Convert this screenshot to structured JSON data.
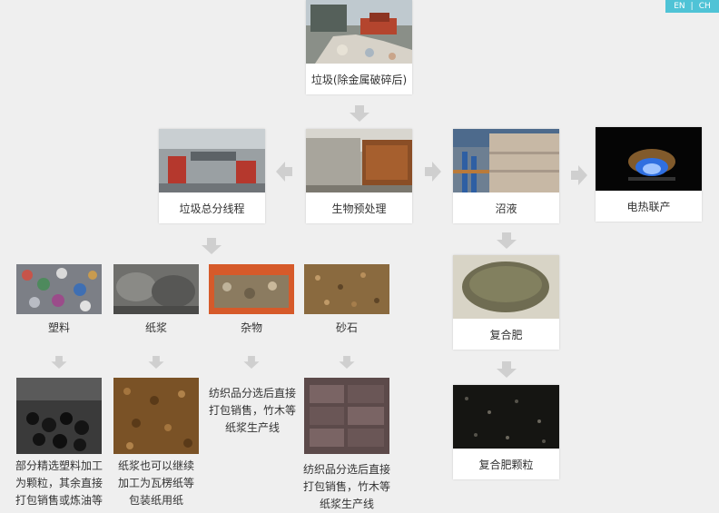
{
  "lang": {
    "en": "EN",
    "sep": "|",
    "ch": "CH"
  },
  "nodes": {
    "garbage": "垃圾(除金属破碎后)",
    "sorting": "垃圾总分线程",
    "bio": "生物预处理",
    "biogas": "沼液",
    "chp": "电热联产",
    "plastic": "塑料",
    "pulp": "纸浆",
    "sundries": "杂物",
    "gravel": "砂石",
    "fertilizer": "复合肥",
    "granules": "复合肥颗粒"
  },
  "notes": {
    "plastic_note": [
      "部分精选塑料加工",
      "为颗粒，其余直接",
      "打包销售或炼油等"
    ],
    "pulp_note": [
      "纸浆也可以继续",
      "加工为瓦楞纸等",
      "包装纸用纸"
    ],
    "sundries_note": [
      "纺织品分选后直接",
      "打包销售，竹木等",
      "纸浆生产线"
    ],
    "gravel_note": [
      "纺织品分选后直接",
      "打包销售，竹木等",
      "纸浆生产线"
    ]
  },
  "colors": {
    "arrow": "#cfcfcf",
    "lang_bg": "#4fc3d6",
    "background": "#efefef"
  }
}
